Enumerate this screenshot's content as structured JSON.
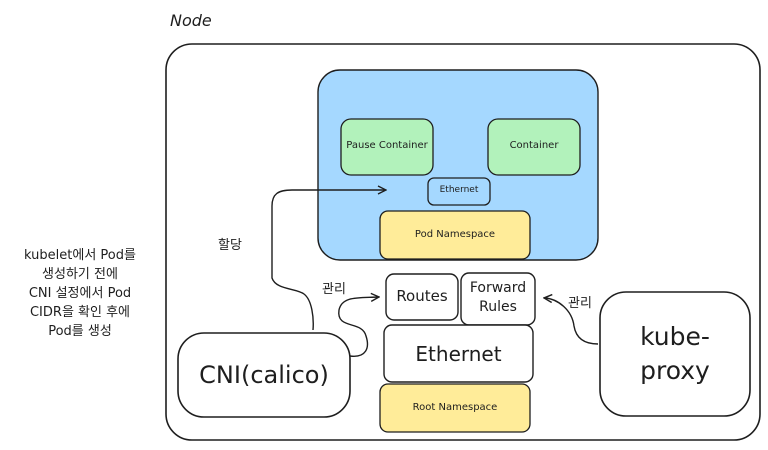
{
  "node": {
    "title": "Node"
  },
  "pod": {
    "pause_container": "Pause Container",
    "container": "Container",
    "ethernet": "Ethernet",
    "namespace": "Pod Namespace"
  },
  "root": {
    "routes": "Routes",
    "forward_rules": [
      "Forward",
      "Rules"
    ],
    "ethernet": "Ethernet",
    "namespace": "Root Namespace"
  },
  "cni": {
    "label": "CNI(calico)"
  },
  "kube_proxy": {
    "label": [
      "kube-",
      "proxy"
    ]
  },
  "edges": {
    "assign": "할당",
    "manage_cni": "관리",
    "manage_proxy": "관리"
  },
  "side_note": {
    "lines": [
      "kubelet에서 Pod를",
      "생성하기 전에",
      "CNI 설정에서 Pod",
      "CIDR을 확인 후에",
      "Pod를 생성"
    ]
  },
  "colors": {
    "stroke": "#1e1e1e",
    "pod_fill": "#a5d8ff",
    "container_fill": "#b2f2bb",
    "namespace_fill": "#ffec99",
    "white": "#ffffff"
  }
}
